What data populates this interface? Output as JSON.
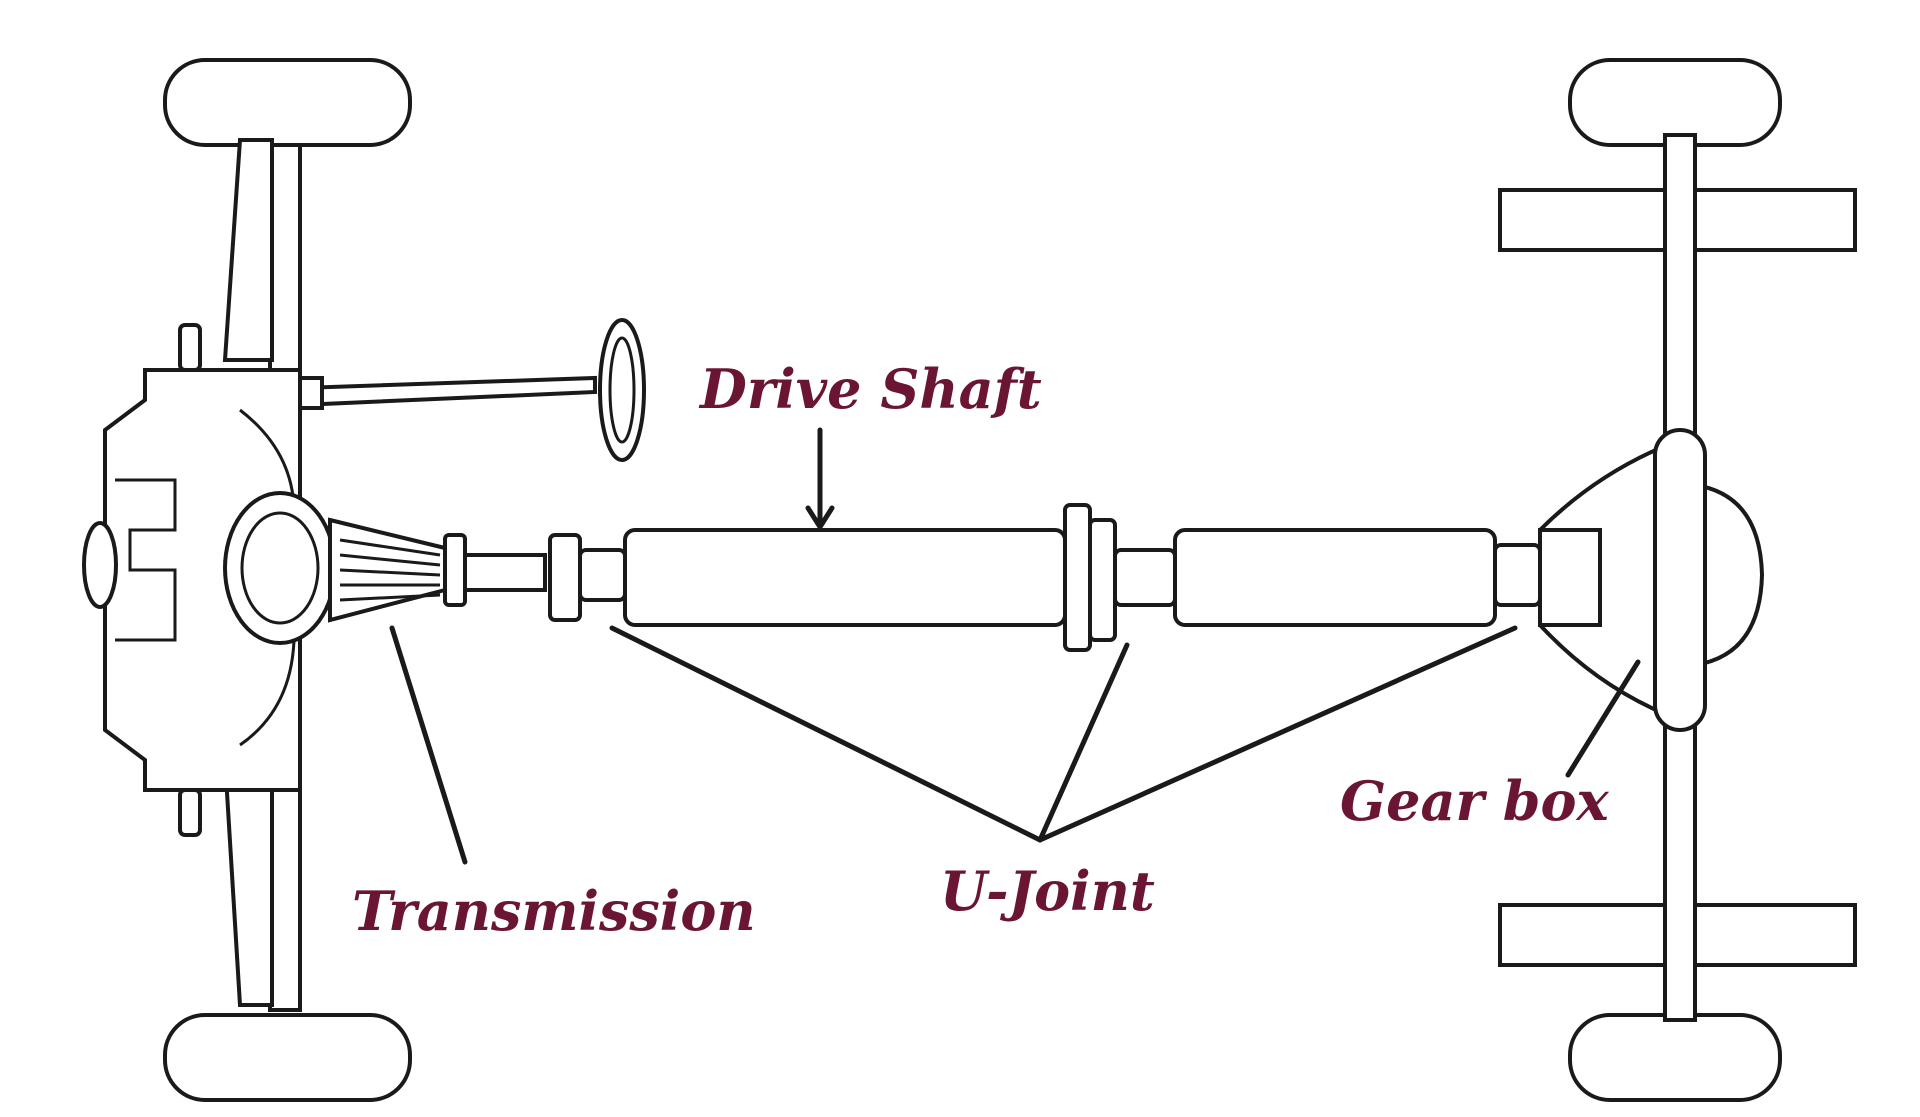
{
  "colors": {
    "label": "#6b1535",
    "line": "#1a1a1a",
    "background": "#ffffff"
  },
  "labels": {
    "drive_shaft": "Drive Shaft",
    "transmission": "Transmission",
    "u_joint": "U-Joint",
    "gear_box": "Gear box"
  }
}
